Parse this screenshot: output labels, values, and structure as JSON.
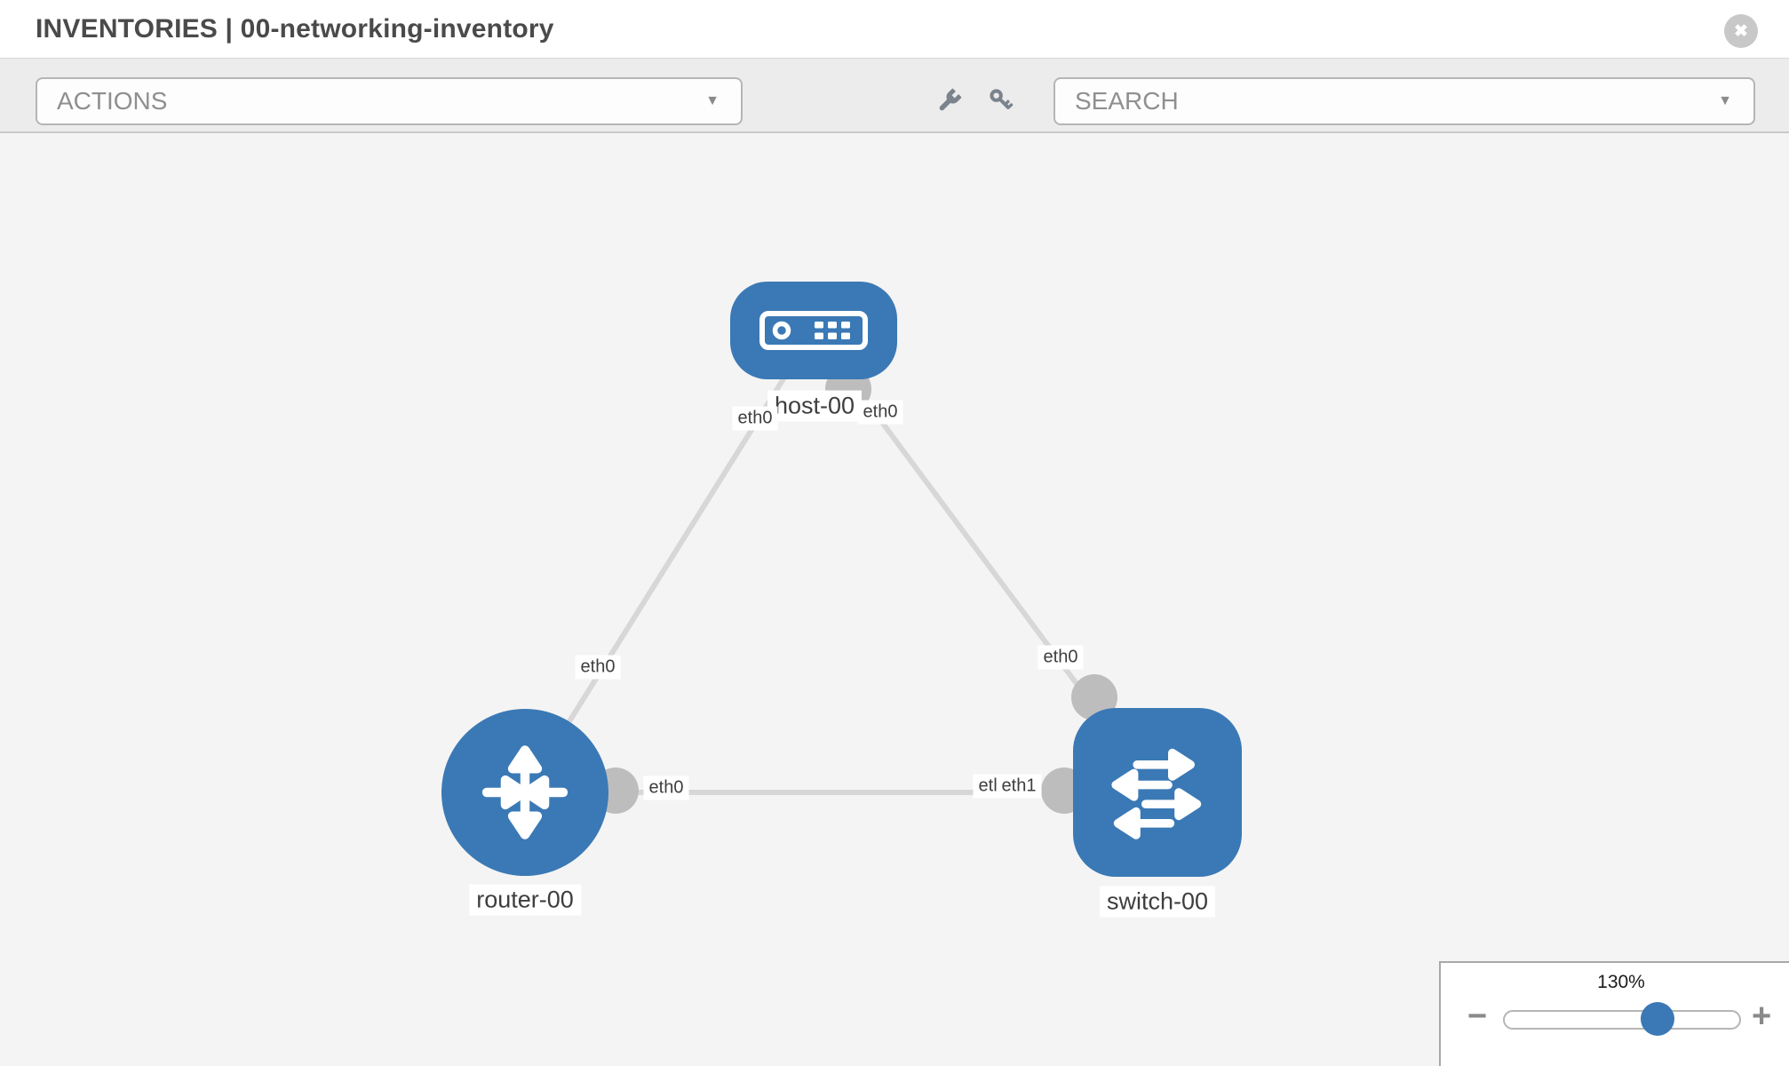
{
  "header": {
    "title": "INVENTORIES | 00-networking-inventory"
  },
  "icons": {
    "close_glyph": "✖",
    "caret_glyph": "▼",
    "toolbar_icons": [
      "wrench-icon",
      "key-icon"
    ],
    "node_icons": [
      "host-icon",
      "router-arrows-icon",
      "switch-arrows-icon"
    ]
  },
  "toolbar": {
    "actions_label": "ACTIONS",
    "search_label": "SEARCH"
  },
  "canvas": {
    "nodes": [
      {
        "label": "host-00",
        "type": "host",
        "shape": "rounded-rect"
      },
      {
        "label": "router-00",
        "type": "router",
        "shape": "circle"
      },
      {
        "label": "switch-00",
        "type": "switch",
        "shape": "rounded-square"
      }
    ],
    "links": [
      {
        "from": "host-00",
        "to": "router-00",
        "from_iface": "eth0",
        "to_iface": "eth0"
      },
      {
        "from": "host-00",
        "to": "switch-00",
        "from_iface": "eth0",
        "to_iface": "eth0"
      },
      {
        "from": "router-00",
        "to": "switch-00",
        "from_iface": "eth0",
        "to_iface": "eth1"
      }
    ]
  },
  "zoom_control": {
    "level": "130%",
    "minus_glyph": "−",
    "plus_glyph": "+"
  },
  "colors": {
    "node_blue": "#3a79b5",
    "link_gray": "#d7d7d7",
    "connector_gray": "#bdbdbd",
    "canvas_bg": "#f4f4f4",
    "toolbar_bg": "#ececec"
  }
}
